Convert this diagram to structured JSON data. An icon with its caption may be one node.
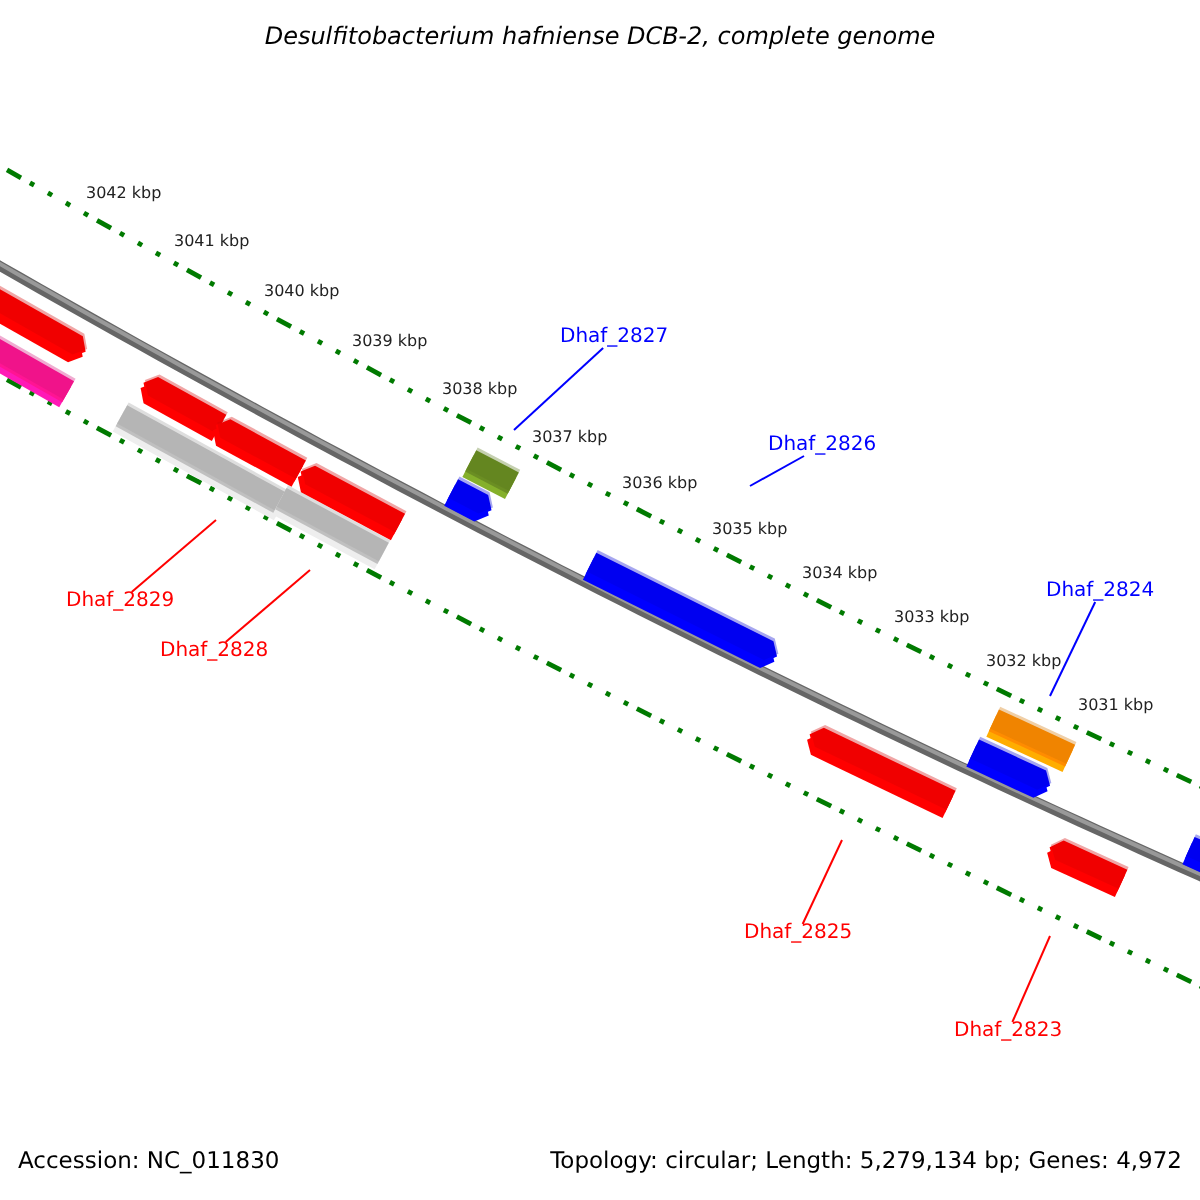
{
  "diagram": {
    "title": "Desulfitobacterium hafniense DCB-2, complete genome",
    "nodes": [
      {
        "text": [
          "Dhaf_2827"
        ]
      },
      {
        "text": [
          "Dhaf_2826"
        ]
      },
      {
        "text": [
          "Dhaf_2824"
        ]
      },
      {
        "text": [
          "Dhaf_2829"
        ]
      },
      {
        "text": [
          "Dhaf_2828"
        ]
      },
      {
        "text": [
          "Dhaf_2825"
        ]
      },
      {
        "text": [
          "Dhaf_2823"
        ]
      }
    ],
    "edges": [
      {
        "from": 0,
        "to": null,
        "arrow": "none",
        "color": "#0000ff"
      },
      {
        "from": 1,
        "to": null,
        "arrow": "none",
        "color": "#0000ff"
      },
      {
        "from": 2,
        "to": null,
        "arrow": "none",
        "color": "#0000ff"
      },
      {
        "from": 3,
        "to": null,
        "arrow": "none"
      },
      {
        "from": 4,
        "to": null,
        "arrow": "none"
      },
      {
        "from": 5,
        "to": null,
        "arrow": "none"
      },
      {
        "from": 6,
        "to": null,
        "arrow": "none"
      }
    ],
    "labels": [
      "3042 kbp",
      "3041 kbp",
      "3040 kbp",
      "3039 kbp",
      "3038 kbp",
      "3037 kbp",
      "3036 kbp",
      "3035 kbp",
      "3034 kbp",
      "3033 kbp",
      "3032 kbp",
      "3031 kbp",
      "Accession: NC_011830",
      "Topology: circular; Length: 5,279,134 bp; Genes: 4,972"
    ]
  }
}
